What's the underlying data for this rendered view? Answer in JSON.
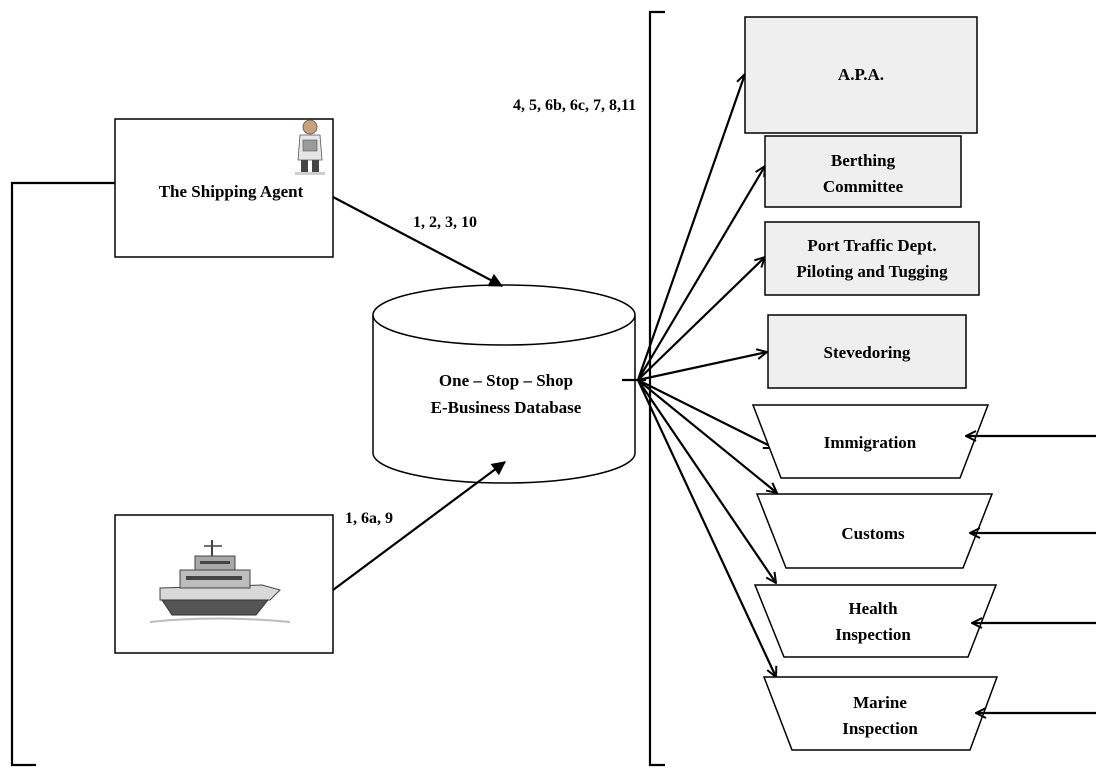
{
  "nodes": {
    "shipping_agent": {
      "label": "The Shipping Agent"
    },
    "database": {
      "line1": "One – Stop – Shop",
      "line2": "E-Business Database"
    },
    "apa": {
      "label": "A.P.A."
    },
    "berthing": {
      "line1": "Berthing",
      "line2": "Committee"
    },
    "port_traffic": {
      "line1": "Port Traffic Dept.",
      "line2": "Piloting and Tugging"
    },
    "stevedoring": {
      "label": "Stevedoring"
    },
    "immigration": {
      "label": "Immigration"
    },
    "customs": {
      "label": "Customs"
    },
    "health": {
      "line1": "Health",
      "line2": "Inspection"
    },
    "marine": {
      "line1": "Marine",
      "line2": "Inspection"
    }
  },
  "edge_labels": {
    "agent_to_db": "1, 2, 3, 10",
    "ship_to_db": "1, 6a, 9",
    "db_to_authorities": "4, 5, 6b, 6c, 7, 8,11"
  },
  "icons": {
    "person": "person-holding-document-icon",
    "ship": "yacht-icon"
  },
  "colors": {
    "grey_box_fill": "#efefef",
    "white_fill": "#ffffff",
    "stroke": "#000000"
  }
}
